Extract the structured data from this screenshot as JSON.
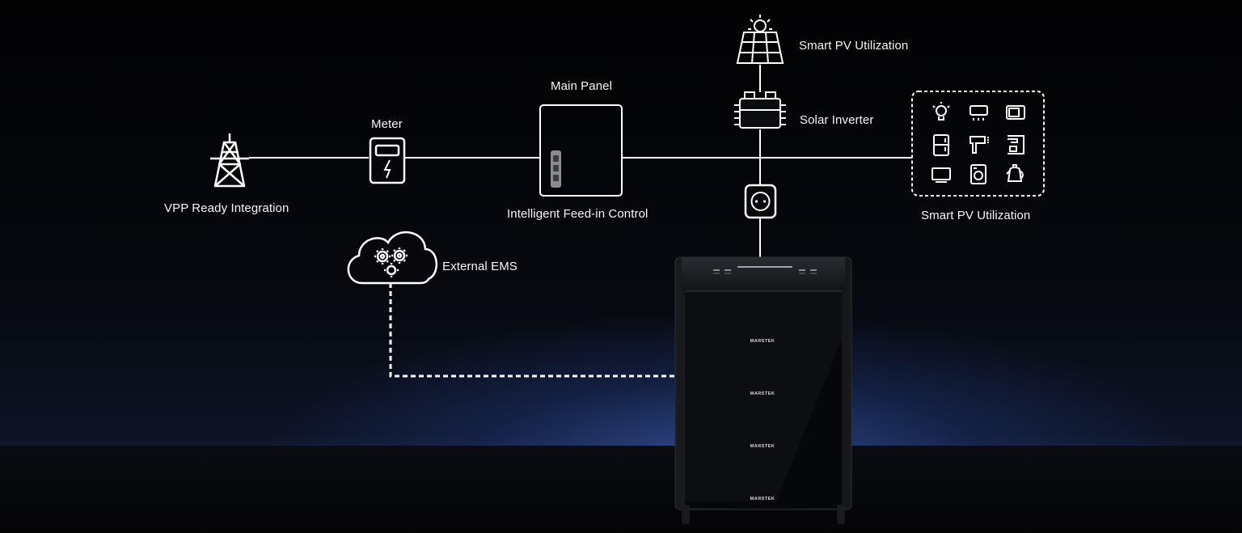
{
  "labels": {
    "grid": "VPP Ready Integration",
    "meter": "Meter",
    "main_panel_top": "Main Panel",
    "main_panel_bottom": "Intelligent Feed-in Control",
    "pv": "Smart PV Utilization",
    "solar_inverter": "Solar Inverter",
    "loads": "Smart PV Utilization",
    "ems": "External EMS"
  },
  "battery": {
    "brand_marks": [
      "MARSTEK",
      "MARSTEK",
      "MARSTEK",
      "MARSTEK"
    ]
  },
  "icons": {
    "grid": "power-tower-icon",
    "meter": "electric-meter-icon",
    "main_panel": "breaker-panel-icon",
    "pv": "solar-panel-icon",
    "inverter": "micro-inverter-icon",
    "socket": "power-socket-icon",
    "ems": "cloud-gears-icon",
    "loads": [
      "light-bulb-icon",
      "air-conditioner-icon",
      "microwave-icon",
      "refrigerator-icon",
      "hair-dryer-icon",
      "coffee-machine-icon",
      "television-icon",
      "washing-machine-icon",
      "kettle-icon"
    ]
  },
  "colors": {
    "line": "#ffffff",
    "background": "#07080b",
    "glow": "#4a6ed2"
  }
}
